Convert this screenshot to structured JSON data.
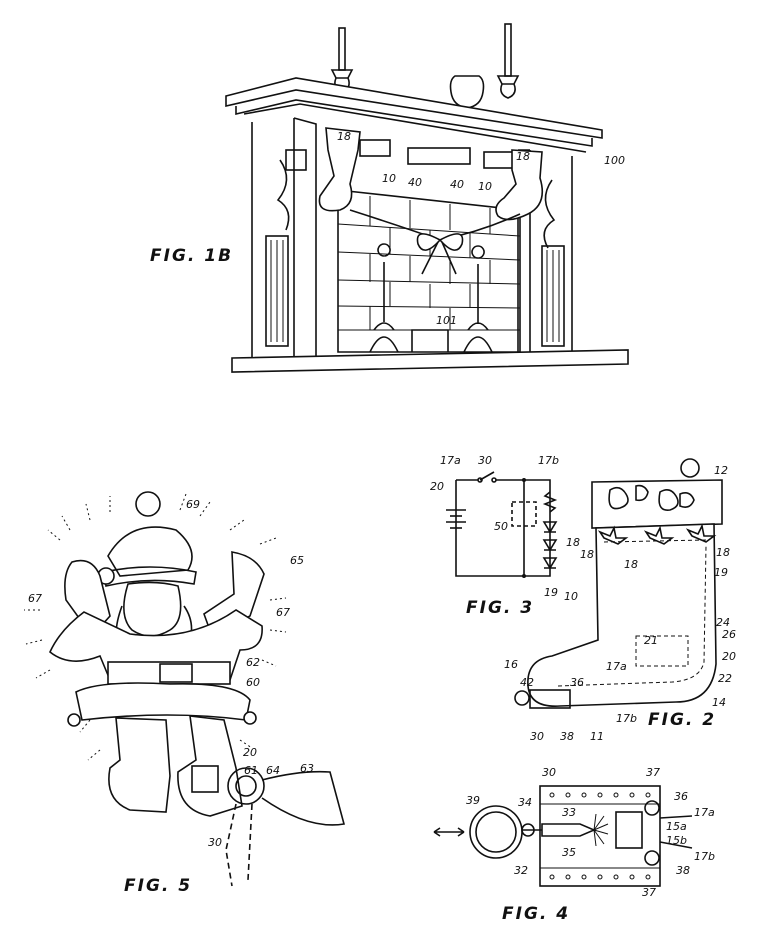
{
  "figures": {
    "fig1b": {
      "label": "FIG. 1B",
      "refs": {
        "r100": "100",
        "r18a": "18",
        "r18b": "18",
        "r10a": "10",
        "r10b": "10",
        "r40a": "40",
        "r40b": "40",
        "r101": "101"
      }
    },
    "fig5": {
      "label": "FIG. 5",
      "refs": {
        "r69": "69",
        "r65": "65",
        "r67a": "67",
        "r67b": "67",
        "r62": "62",
        "r60": "60",
        "r20": "20",
        "r61": "61",
        "r64": "64",
        "r63": "63",
        "r30": "30"
      }
    },
    "fig3": {
      "label": "FIG. 3",
      "refs": {
        "r17a": "17a",
        "r30": "30",
        "r17b": "17b",
        "r20": "20",
        "r50": "50",
        "r18": "18",
        "r19": "19"
      }
    },
    "fig2": {
      "label": "FIG. 2",
      "refs": {
        "r12": "12",
        "r18a": "18",
        "r18b": "18",
        "r18c": "18",
        "r19": "19",
        "r10": "10",
        "r24": "24",
        "r26": "26",
        "r21": "21",
        "r20": "20",
        "r16": "16",
        "r17a": "17a",
        "r22": "22",
        "r42": "42",
        "r36": "36",
        "r14": "14",
        "r17b": "17b",
        "r30": "30",
        "r38": "38",
        "r11": "11"
      }
    },
    "fig4": {
      "label": "FIG. 4",
      "refs": {
        "r30": "30",
        "r37a": "37",
        "r39": "39",
        "r34": "34",
        "r33": "33",
        "r36": "36",
        "r17a": "17a",
        "r15a": "15a",
        "r15b": "15b",
        "r35": "35",
        "r17b": "17b",
        "r32": "32",
        "r38": "38",
        "r37b": "37"
      }
    }
  }
}
